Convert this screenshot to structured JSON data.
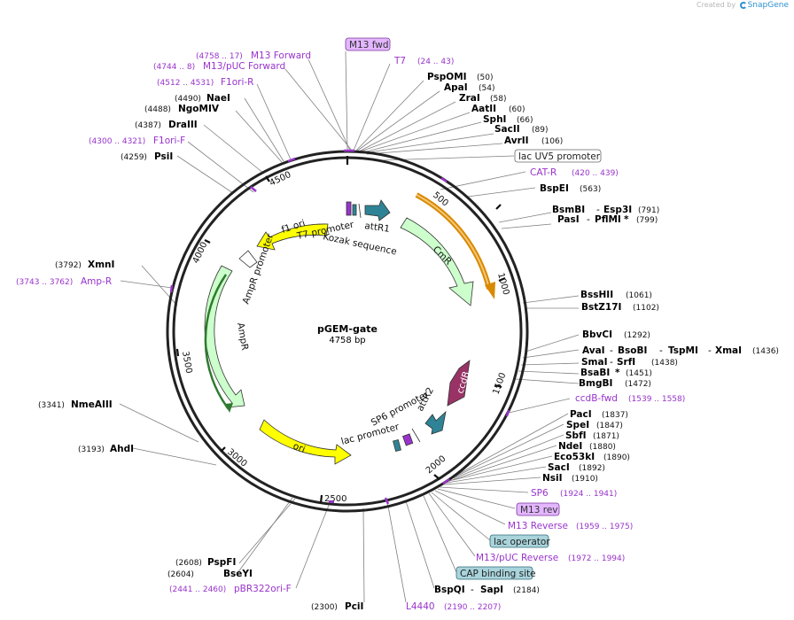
{
  "header": {
    "created_by": "Created by",
    "brand": "SnapGene"
  },
  "plasmid": {
    "name": "pGEM-gate",
    "length": "4758 bp"
  },
  "colors": {
    "enzyme": "#000000",
    "primer": "#9933cc",
    "primer_box": "#e3b6ff",
    "feature_box": "#a9d4dc",
    "yellow": "#ffff00",
    "light_green": "#ccffcc",
    "teal": "#2e8496",
    "maroon": "#993366"
  },
  "tick_labels": [
    "500",
    "1000",
    "1500",
    "2000",
    "2500",
    "3000",
    "3500",
    "4000",
    "4500"
  ],
  "features": {
    "f1ori": "f1 ori",
    "cmr": "CmR",
    "ampr_promoter": "AmpR promoter",
    "ampr": "AmpR",
    "ori": "ori",
    "ccdb": "ccdB",
    "t7_promoter": "T7 promoter",
    "kozak": "Kozak sequence",
    "attr1": "attR1",
    "attr2": "attR2",
    "sp6_promoter": "SP6 promoter",
    "lac_promoter": "lac promoter"
  },
  "labels": {
    "m13fwd_box": "M13 fwd",
    "t7": "T7",
    "t7_range": "(24 .. 43)",
    "m13_forward": "M13 Forward",
    "m13_forward_range": "(4758 .. 17)",
    "m13puc_forward": "M13/pUC Forward",
    "m13puc_forward_range": "(4744 .. 8)",
    "f1ori_r": "F1ori-R",
    "f1ori_r_range": "(4512 .. 4531)",
    "naei": "NaeI",
    "naei_pos": "(4490)",
    "ngomiv": "NgoMIV",
    "ngomiv_pos": "(4488)",
    "draiii": "DraIII",
    "draiii_pos": "(4387)",
    "f1ori_f": "F1ori-F",
    "f1ori_f_range": "(4300 .. 4321)",
    "psii": "PsiI",
    "psii_pos": "(4259)",
    "xmni": "XmnI",
    "xmni_pos": "(3792)",
    "amp_r": "Amp-R",
    "amp_r_range": "(3743 .. 3762)",
    "nmeaiii": "NmeAIII",
    "nmeaiii_pos": "(3341)",
    "ahdi": "AhdI",
    "ahdi_pos": "(3193)",
    "pspfi": "PspFI",
    "pspfi_pos": "(2608)",
    "bseyi": "BseYI",
    "bseyi_pos": "(2604)",
    "pbr322ori_f": "pBR322ori-F",
    "pbr322ori_f_range": "(2441 .. 2460)",
    "pcii": "PciI",
    "pcii_pos": "(2300)",
    "l4440": "L4440",
    "l4440_range": "(2190 .. 2207)",
    "bspqi": "BspQI",
    "sapi": "SapI",
    "bspqi_pos": "(2184)",
    "cap_binding": "CAP binding site",
    "m13puc_reverse": "M13/pUC Reverse",
    "m13puc_reverse_range": "(1972 .. 1994)",
    "lac_operator": "lac operator",
    "m13_reverse": "M13 Reverse",
    "m13_reverse_range": "(1959 .. 1975)",
    "m13rev_box": "M13 rev",
    "sp6": "SP6",
    "sp6_range": "(1924 .. 1941)",
    "nsii": "NsiI",
    "nsii_pos": "(1910)",
    "saci": "SacI",
    "saci_pos": "(1892)",
    "eco53ki": "Eco53kI",
    "eco53ki_pos": "(1890)",
    "ndei": "NdeI",
    "ndei_pos": "(1880)",
    "sbfi": "SbfI",
    "sbfi_pos": "(1871)",
    "spei": "SpeI",
    "spei_pos": "(1847)",
    "paci": "PacI",
    "paci_pos": "(1837)",
    "ccdb_fwd": "ccdB-fwd",
    "ccdb_fwd_range": "(1539 .. 1558)",
    "bmgbi": "BmgBI",
    "bmgbi_pos": "(1472)",
    "bsabi": "BsaBI",
    "bsabi_star": "*",
    "bsabi_pos": "(1451)",
    "smai": "SmaI",
    "srfi": "SrfI",
    "smai_pos": "(1438)",
    "avai": "AvaI",
    "bsobi": "BsoBI",
    "tspmi": "TspMI",
    "xmai": "XmaI",
    "avai_pos": "(1436)",
    "bbvci": "BbvCI",
    "bbvci_pos": "(1292)",
    "bstz17i": "BstZ17I",
    "bstz17i_pos": "(1102)",
    "bsshii": "BssHII",
    "bsshii_pos": "(1061)",
    "psai": "PasI",
    "pflmi": "PflMI",
    "pflmi_star": "*",
    "psai_pos": "(799)",
    "bsmbi": "BsmBI",
    "esp3i": "Esp3I",
    "bsmbi_pos": "(791)",
    "bspei": "BspEI",
    "bspei_pos": "(563)",
    "cat_r": "CAT-R",
    "cat_r_range": "(420 .. 439)",
    "lac_uv5": "lac UV5 promoter",
    "avrii": "AvrII",
    "avrii_pos": "(106)",
    "sacii": "SacII",
    "sacii_pos": "(89)",
    "sphi": "SphI",
    "sphi_pos": "(66)",
    "aatii": "AatII",
    "aatii_pos": "(60)",
    "zrai": "ZraI",
    "zrai_pos": "(58)",
    "apai": "ApaI",
    "apai_pos": "(54)",
    "pspomi": "PspOMI",
    "pspomi_pos": "(50)"
  }
}
